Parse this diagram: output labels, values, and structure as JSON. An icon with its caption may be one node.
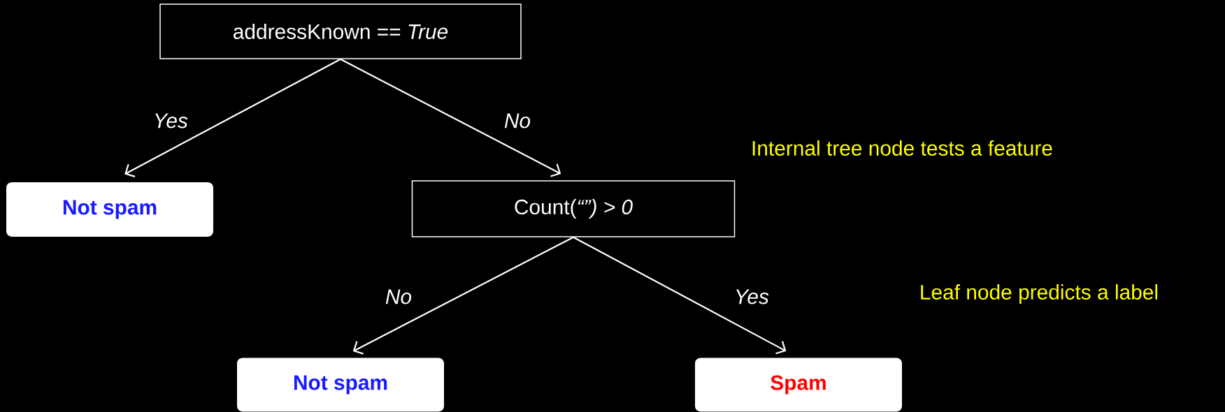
{
  "diagram": {
    "nodes": [
      {
        "text": [
          "addressKnown == *True*"
        ]
      },
      {
        "text": [
          "Not spam"
        ]
      },
      {
        "text": [
          "Count(*“”) > 0*"
        ]
      },
      {
        "text": [
          "Not spam"
        ]
      },
      {
        "text": [
          "Spam"
        ]
      }
    ],
    "edges": [
      {
        "from": 0,
        "to": 1,
        "arrow": "to",
        "label": "Yes"
      },
      {
        "from": 0,
        "to": 2,
        "arrow": "to",
        "label": "No"
      },
      {
        "from": 2,
        "to": 3,
        "arrow": "to",
        "label": "No"
      },
      {
        "from": 2,
        "to": 4,
        "arrow": "to",
        "label": "Yes"
      }
    ],
    "labels": [
      "Internal tree node tests a feature",
      "Leaf node predicts a label"
    ]
  }
}
